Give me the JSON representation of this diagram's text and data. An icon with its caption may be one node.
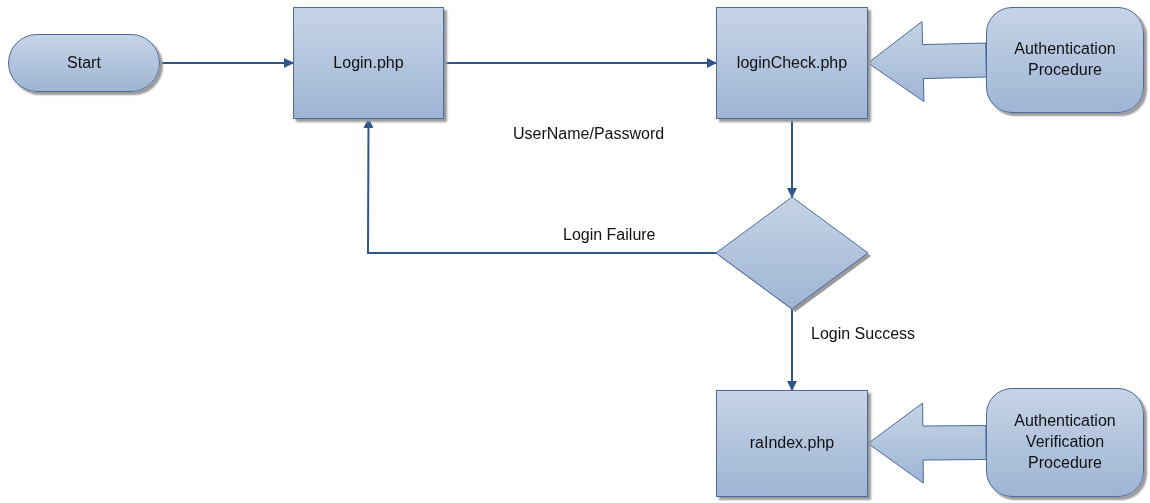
{
  "diagram": {
    "nodes": [
      {
        "text": [
          "Start"
        ]
      },
      {
        "text": [
          "Login.php"
        ]
      },
      {
        "text": [
          "loginCheck.php"
        ]
      },
      {
        "text": [
          "Authentication Procedure"
        ]
      },
      {
        "text": [],
        "shape": "diamond"
      },
      {
        "text": [
          "raIndex.php"
        ]
      },
      {
        "text": [
          "Authentication Verification Procedure"
        ]
      }
    ],
    "edges": [
      {
        "from": 0,
        "to": 1,
        "arrow": "to"
      },
      {
        "from": 1,
        "to": 2,
        "arrow": "to",
        "label": "UserName/Password"
      },
      {
        "from": 3,
        "to": 2,
        "arrow": "to",
        "style": "thick"
      },
      {
        "from": 2,
        "to": 4,
        "arrow": "to"
      },
      {
        "from": 4,
        "to": 1,
        "arrow": "to",
        "label": "Login Failure"
      },
      {
        "from": 4,
        "to": 5,
        "arrow": "to",
        "label": "Login Success"
      },
      {
        "from": 6,
        "to": 5,
        "arrow": "to",
        "style": "thick"
      }
    ]
  }
}
